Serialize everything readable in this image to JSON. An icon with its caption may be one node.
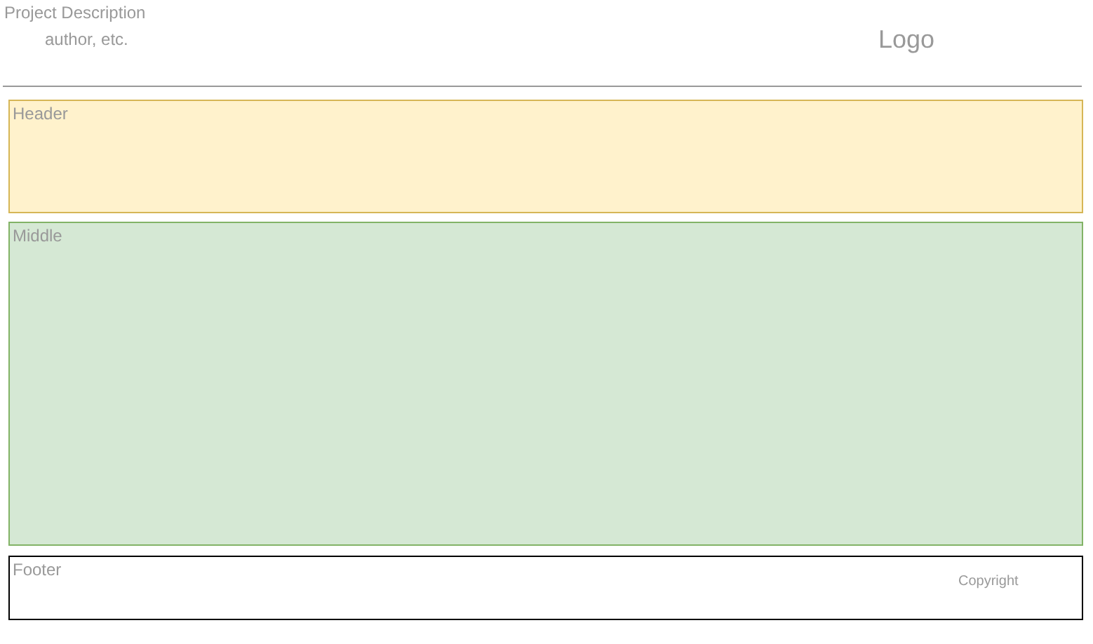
{
  "diagram": {
    "nodes": [
      {
        "text": [
          "Header"
        ]
      },
      {
        "text": [
          "Middle"
        ]
      },
      {
        "text": [
          "Footer",
          "Copyright"
        ]
      }
    ],
    "labels": [
      "Project Description",
      "author, etc.",
      "Logo"
    ]
  }
}
